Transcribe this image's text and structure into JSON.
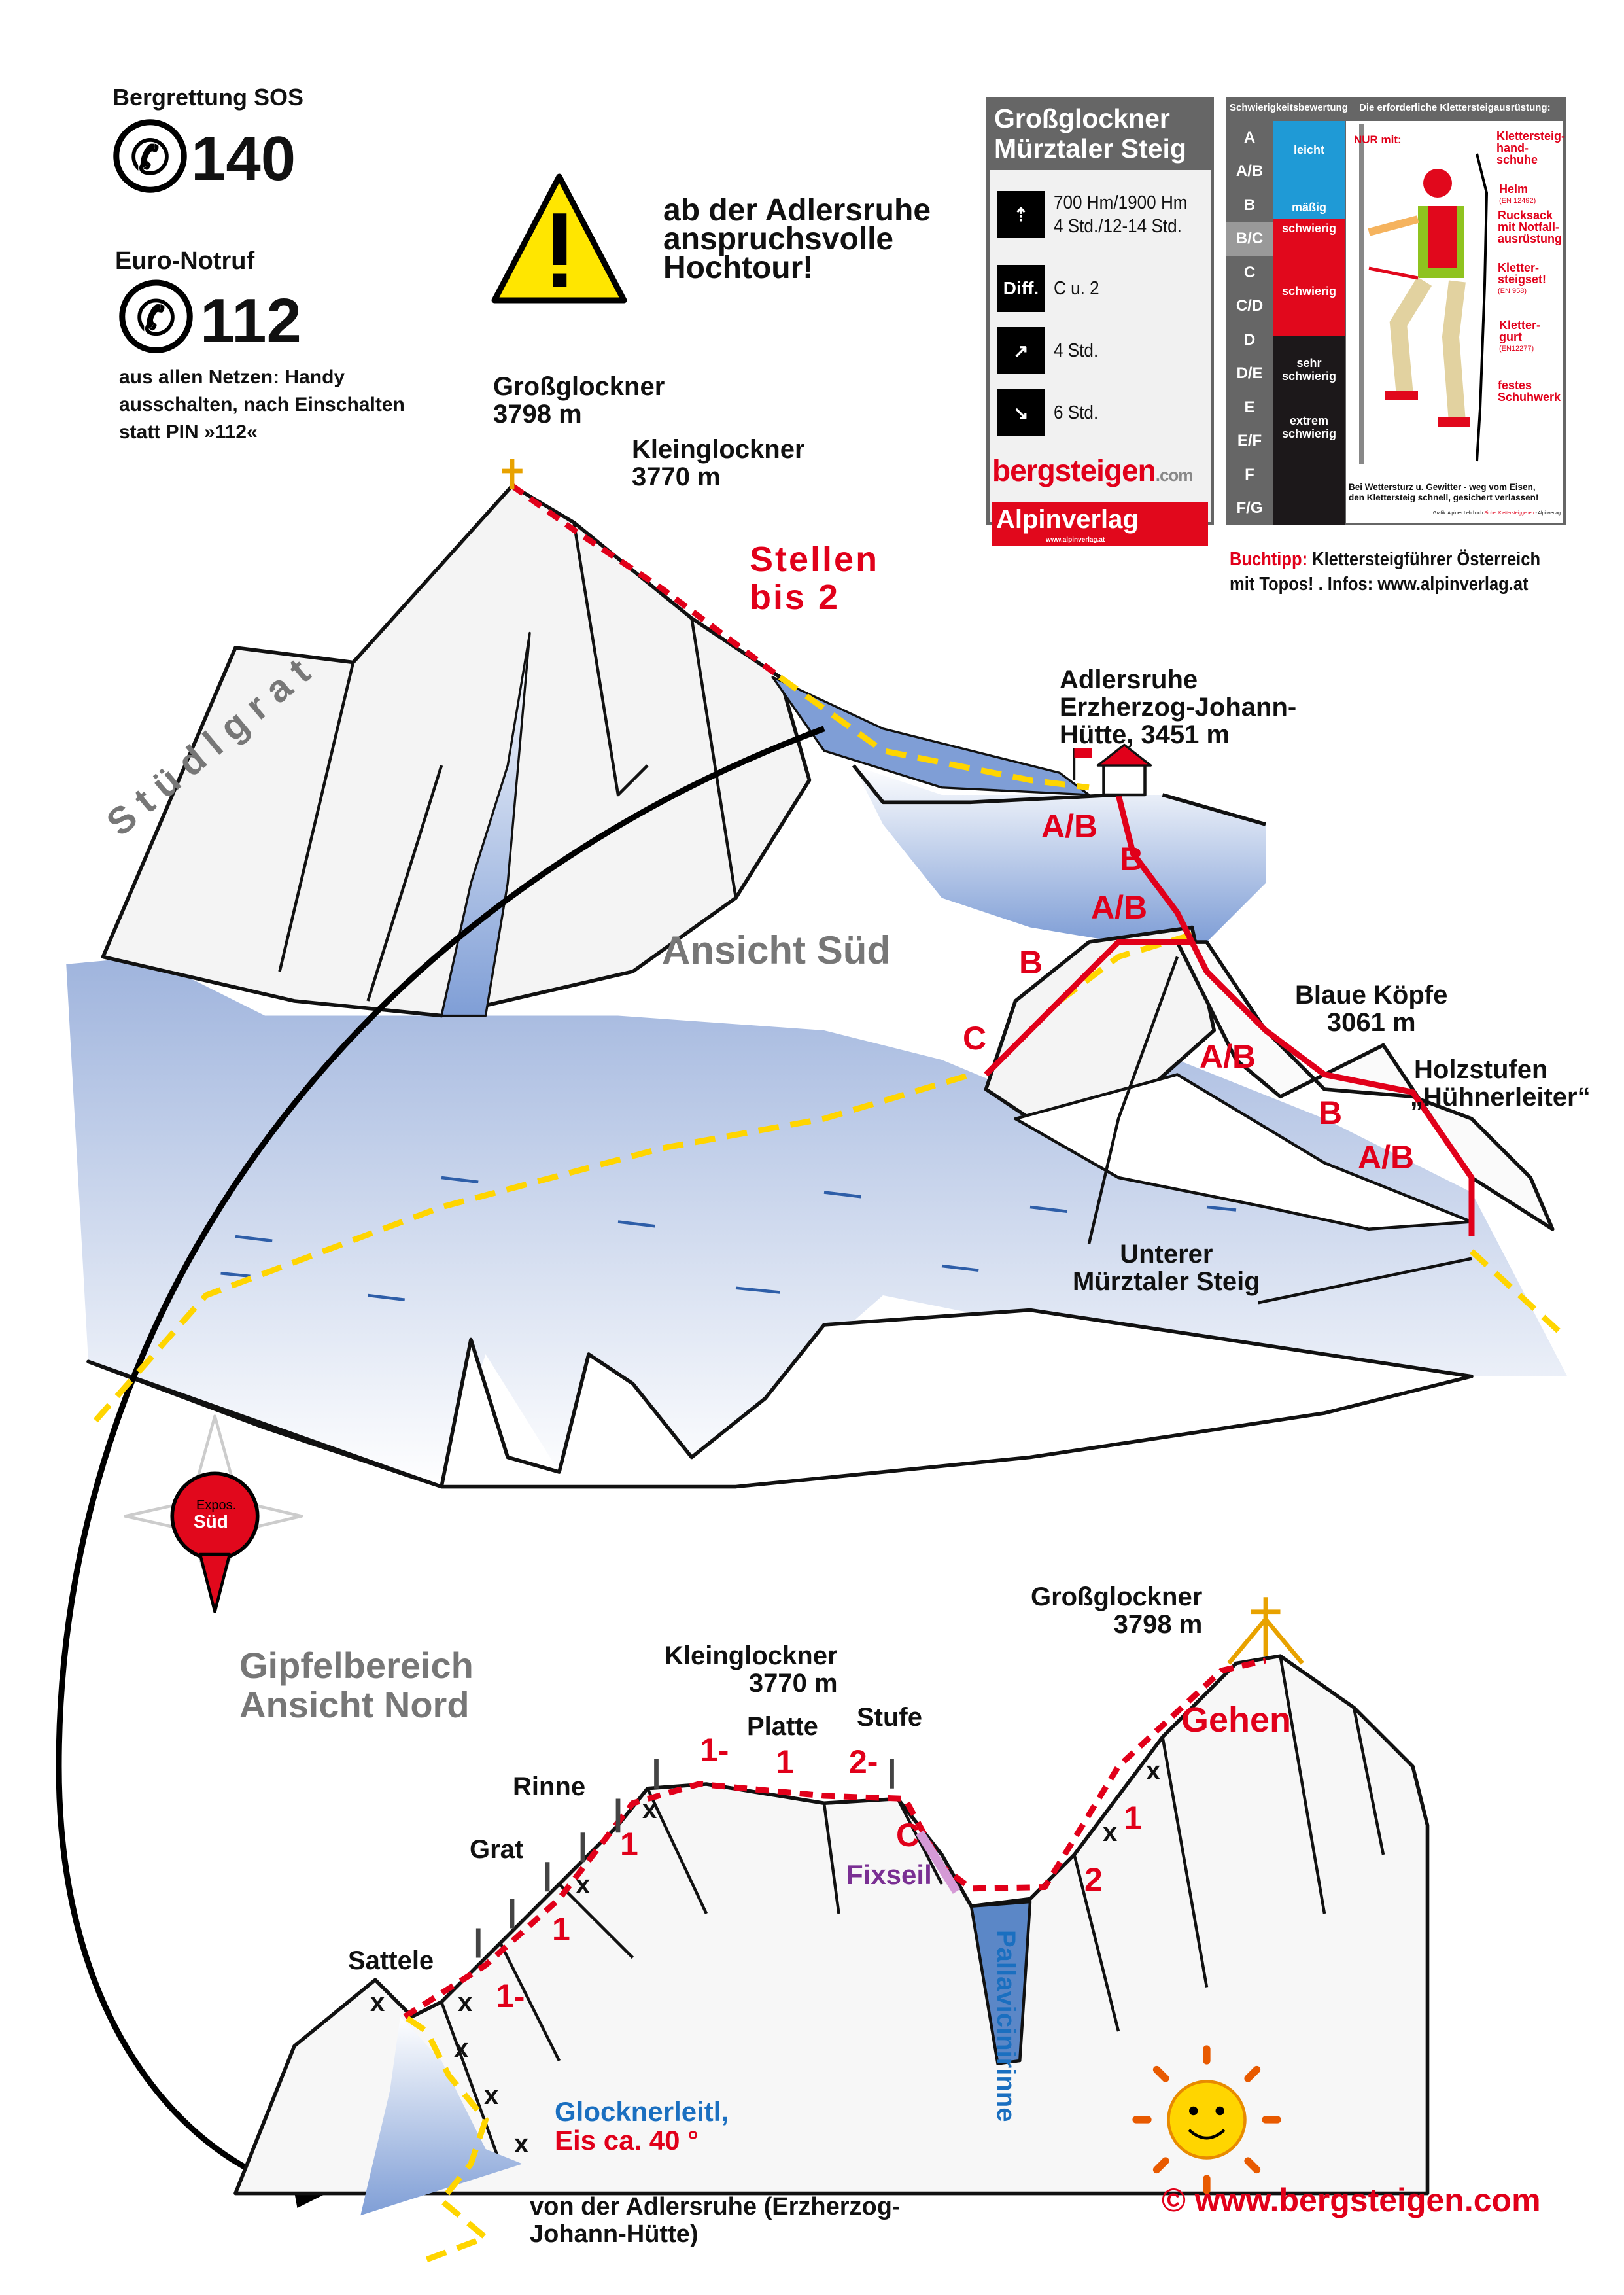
{
  "emergency": {
    "sos_title": "Bergrettung SOS",
    "sos_number": "140",
    "euro_title": "Euro-Notruf",
    "euro_number": "112",
    "note_lines": [
      "aus allen Netzen: Handy",
      "ausschalten, nach Einschalten",
      "statt PIN »112«"
    ]
  },
  "warning": {
    "icon": "warning-triangle-icon",
    "lines": [
      "ab der Adlersruhe",
      "anspruchsvolle",
      "Hochtour!"
    ]
  },
  "infobox": {
    "title_lines": [
      "Großglockner",
      "Mürztaler Steig"
    ],
    "rows": [
      {
        "icon": "climb-icon",
        "lines": [
          "700 Hm/1900 Hm",
          "4 Std./12-14 Std."
        ]
      },
      {
        "icon": "diff-badge",
        "badge": "Diff.",
        "lines": [
          "C u. 2"
        ]
      },
      {
        "icon": "ascent-icon",
        "lines": [
          "4 Std."
        ]
      },
      {
        "icon": "descent-icon",
        "lines": [
          "6 Std."
        ]
      }
    ],
    "logo_bergsteigen": "bergsteigen",
    "logo_com": ".com",
    "logo_alpinverlag": "Alpinverlag",
    "logo_alpinverlag_url": "www.alpinverlag.at"
  },
  "rating": {
    "header_left": "Schwierigkeitsbewertung",
    "header_right": "Die erforderliche Klettersteigausrüstung:",
    "grades": [
      "A",
      "A/B",
      "B",
      "B/C",
      "C",
      "C/D",
      "D",
      "D/E",
      "E",
      "E/F",
      "F",
      "F/G"
    ],
    "highlight_grade": "B/C",
    "categories": {
      "leicht": "leicht",
      "maessig": "mäßig",
      "schwierig1": "schwierig",
      "schwierig2": "schwierig",
      "sehr": [
        "sehr",
        "schwierig"
      ],
      "extrem": [
        "extrem",
        "schwierig"
      ]
    },
    "colors": {
      "blue": "#1f9ad6",
      "red": "#e1081c",
      "black": "#1c181a"
    },
    "nur_mit": "NUR mit:",
    "equipment": [
      {
        "label": [
          "Klettersteig-",
          "hand-",
          "schuhe"
        ],
        "norm": ""
      },
      {
        "label": [
          "Helm"
        ],
        "norm": "(EN 12492)"
      },
      {
        "label": [
          "Rucksack",
          "mit Notfall-",
          "ausrüstung"
        ],
        "norm": ""
      },
      {
        "label": [
          "Kletter-",
          "steigset!"
        ],
        "norm": "(EN 958)"
      },
      {
        "label": [
          "Kletter-",
          "gurt"
        ],
        "norm": "(EN12277)"
      },
      {
        "label": [
          "festes",
          "Schuhwerk"
        ],
        "norm": ""
      }
    ],
    "warning_lines": [
      "Bei Wettersturz u. Gewitter - weg vom Eisen,",
      "den Klettersteig schnell, gesichert verlassen!"
    ],
    "credit_a": "Grafik: Alpines Lehrbuch ",
    "credit_b": "Sicher Klettersteiggehen",
    "credit_c": " - Alpinverlag"
  },
  "buchtipp": {
    "label": "Buchtipp:",
    "text1": " Klettersteigführer Österreich",
    "text2": "mit Topos! . Infos: www.alpinverlag.at"
  },
  "south_view": {
    "title": "Ansicht Süd",
    "ridge": "S t ü d l g r a t",
    "grossglockner": [
      "Großglockner",
      "3798 m"
    ],
    "kleinglockner": [
      "Kleinglockner",
      "3770 m"
    ],
    "stellen": [
      "Stellen",
      "bis 2"
    ],
    "adlersruhe": [
      "Adlersruhe",
      "Erzherzog-Johann-",
      "Hütte, 3451 m"
    ],
    "blaue_koepfe": [
      "Blaue Köpfe",
      "3061 m"
    ],
    "holzstufen": [
      "Holzstufen",
      "„Hühnerleiter“"
    ],
    "unterer": [
      "Unterer",
      "Mürztaler Steig"
    ],
    "grades": [
      "A/B",
      "B",
      "A/B",
      "B",
      "C",
      "A/B",
      "B",
      "A/B"
    ],
    "compass": {
      "top": "Expos.",
      "bottom": "Süd"
    }
  },
  "north_view": {
    "title": [
      "Gipfelbereich",
      "Ansicht Nord"
    ],
    "grossglockner": [
      "Großglockner",
      "3798 m"
    ],
    "kleinglockner": [
      "Kleinglockner",
      "3770 m"
    ],
    "gehen": "Gehen",
    "platte": "Platte",
    "stufe": "Stufe",
    "rinne": "Rinne",
    "grat": "Grat",
    "sattele": "Sattele",
    "fixseil": "Fixseil",
    "pallavicini": "Pallavicinirinne",
    "glocknerleitl": "Glocknerleitl,",
    "eis": "Eis ca. 40 °",
    "von": [
      "von der Adlersruhe (Erzherzog-",
      "Johann-Hütte)"
    ],
    "grades": [
      "1-",
      "1",
      "2-",
      "C",
      "1",
      "1",
      "1-",
      "1",
      "2"
    ],
    "marker": "x"
  },
  "copyright": "©  www.bergsteigen.com"
}
